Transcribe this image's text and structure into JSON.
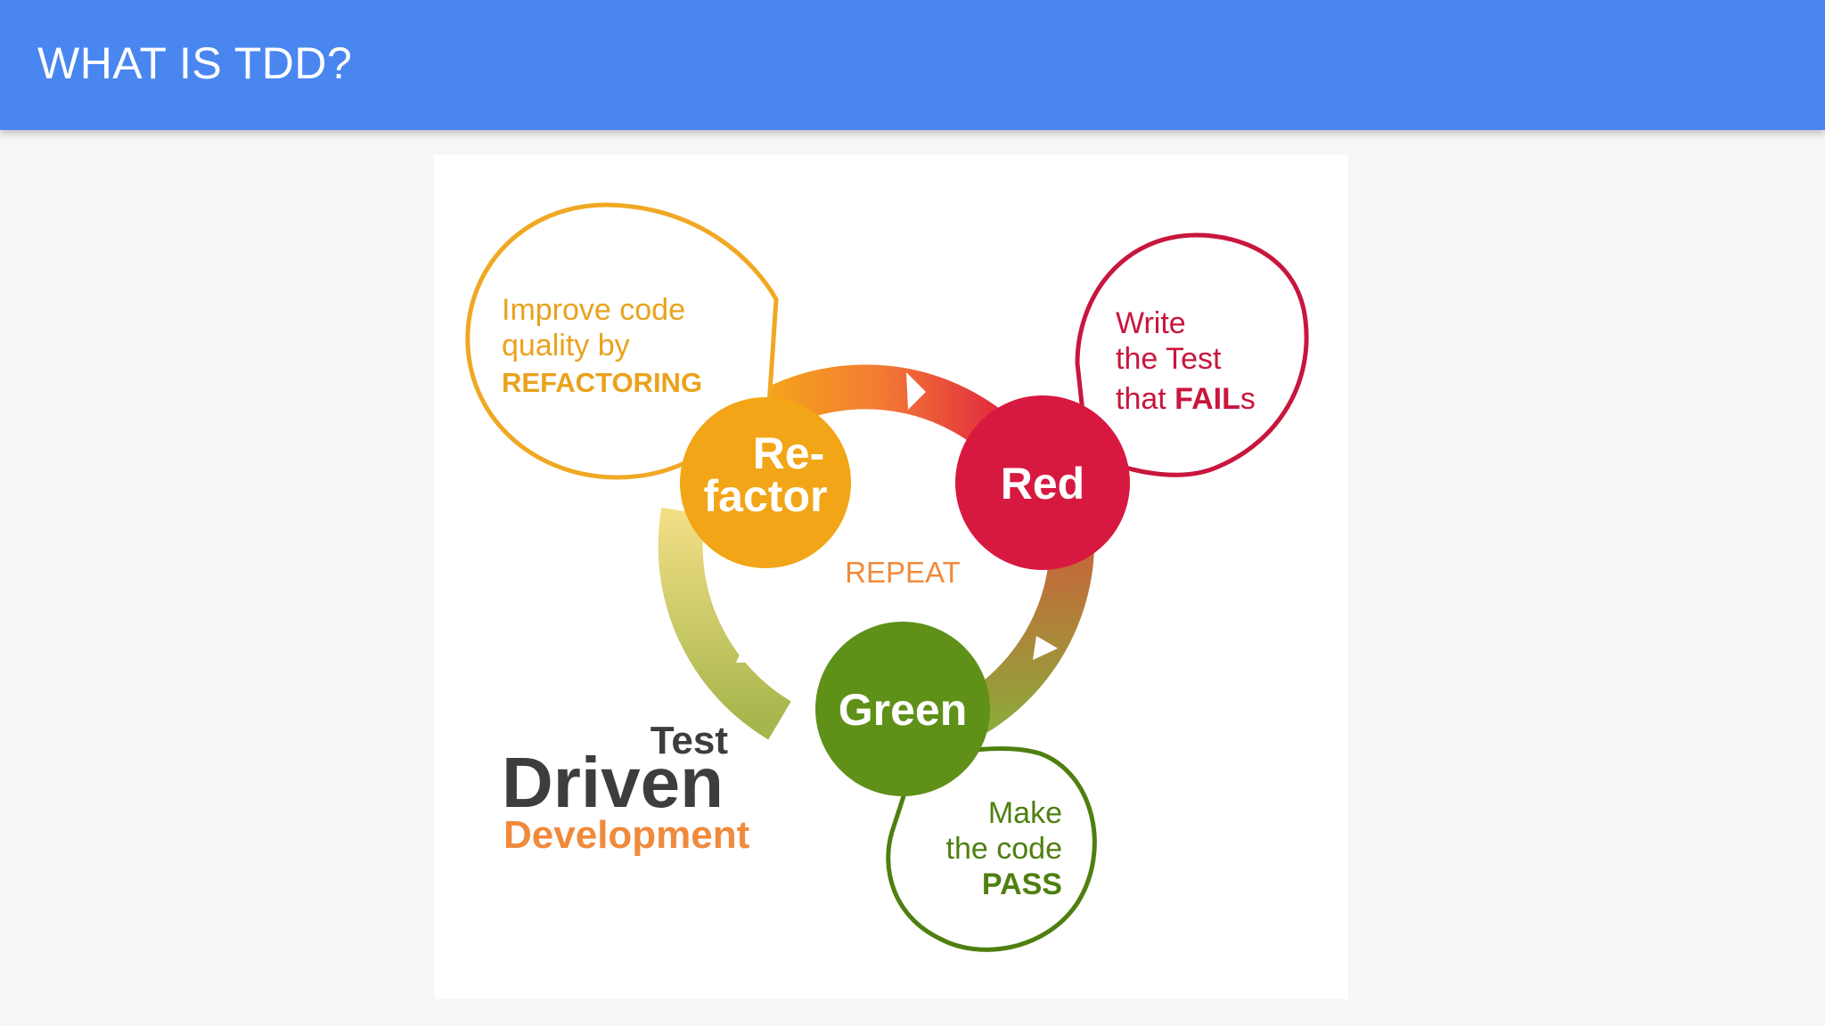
{
  "slide": {
    "title": "WHAT IS TDD?"
  },
  "diagram": {
    "stages": {
      "refactor": {
        "line1": "Re-",
        "line2": "factor"
      },
      "red": {
        "label": "Red"
      },
      "green": {
        "label": "Green"
      }
    },
    "callouts": {
      "refactor": {
        "line1": "Improve code",
        "line2": "quality by",
        "line3": "REFACTORING"
      },
      "red": {
        "line1": "Write",
        "line2": "the Test",
        "line3_prefix": "that ",
        "line3_bold": "FAIL",
        "line3_suffix": "s"
      },
      "green": {
        "line1": "Make",
        "line2": "the code",
        "line3": "PASS"
      }
    },
    "center_label": "REPEAT",
    "brand": {
      "word1": "Test",
      "word2": "Driven",
      "word3": "Development"
    },
    "colors": {
      "header": "#4a86f0",
      "refactor": "#f2a516",
      "red": "#d8193f",
      "green": "#5f9018",
      "refactor_text": "#eaa21d",
      "red_text": "#c8163d",
      "green_text": "#4f7f10",
      "dark_text": "#3d3d40",
      "orange_text": "#f08a3c"
    }
  }
}
